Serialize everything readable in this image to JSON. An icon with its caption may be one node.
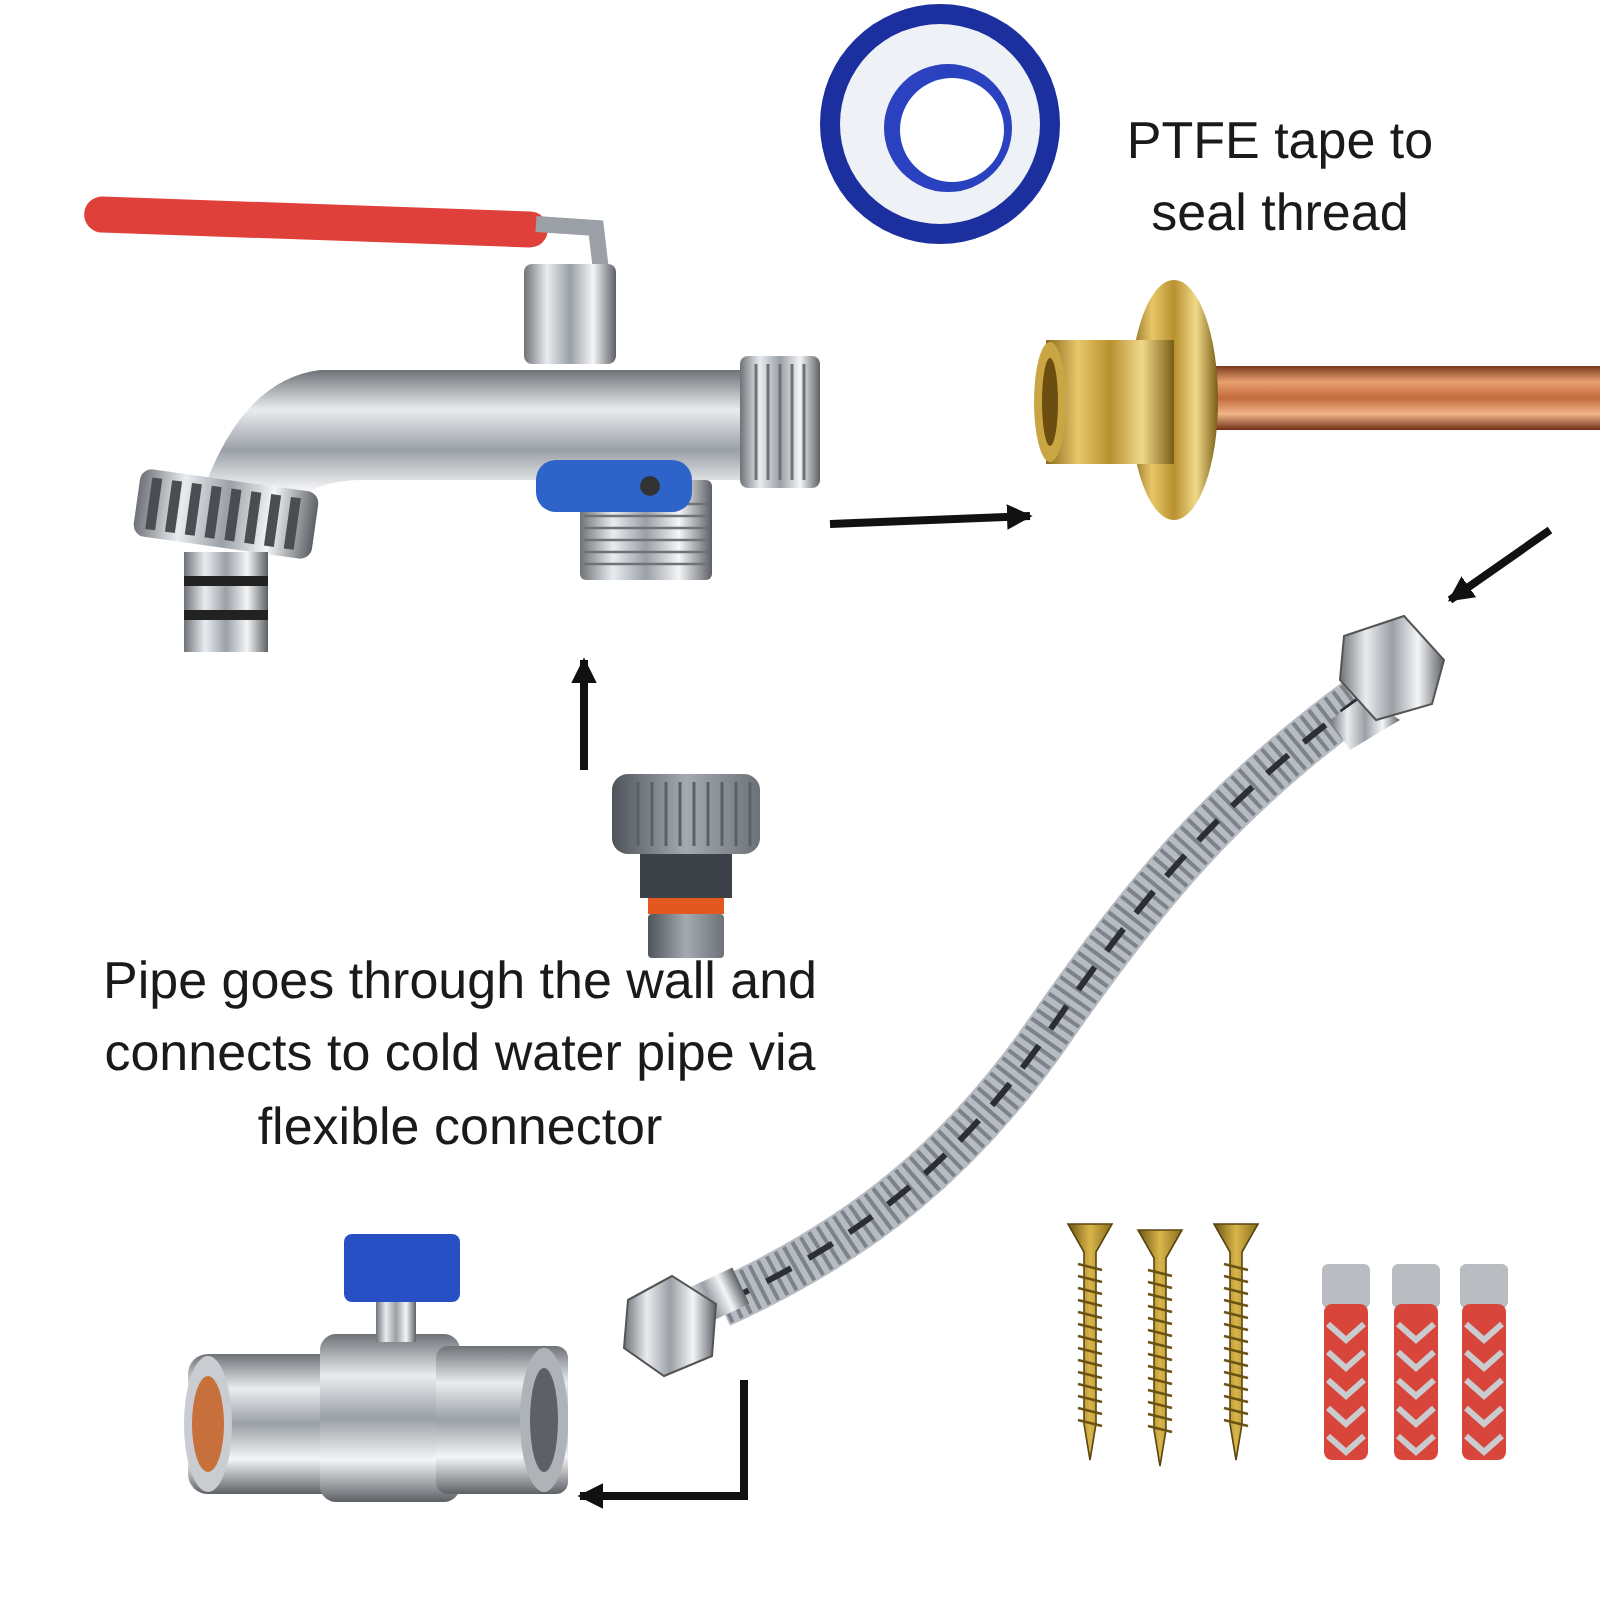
{
  "diagram": {
    "nodes": [
      {
        "text": [],
        "shape": "picture"
      },
      {
        "text": [],
        "shape": "picture"
      },
      {
        "text": [],
        "shape": "picture"
      },
      {
        "text": [],
        "shape": "picture"
      },
      {
        "text": [],
        "shape": "picture"
      }
    ],
    "edges": [
      {
        "from": 2,
        "to": 0,
        "arrow": "to"
      },
      {
        "from": 0,
        "to": 1,
        "arrow": "to"
      },
      {
        "from": 1,
        "to": 3,
        "arrow": "to"
      },
      {
        "from": 3,
        "to": 4,
        "arrow": "to"
      }
    ],
    "labels": [
      "PTFE tape to seal thread",
      "Pipe goes through the wall and connects to cold water pipe via flexible connector"
    ]
  }
}
